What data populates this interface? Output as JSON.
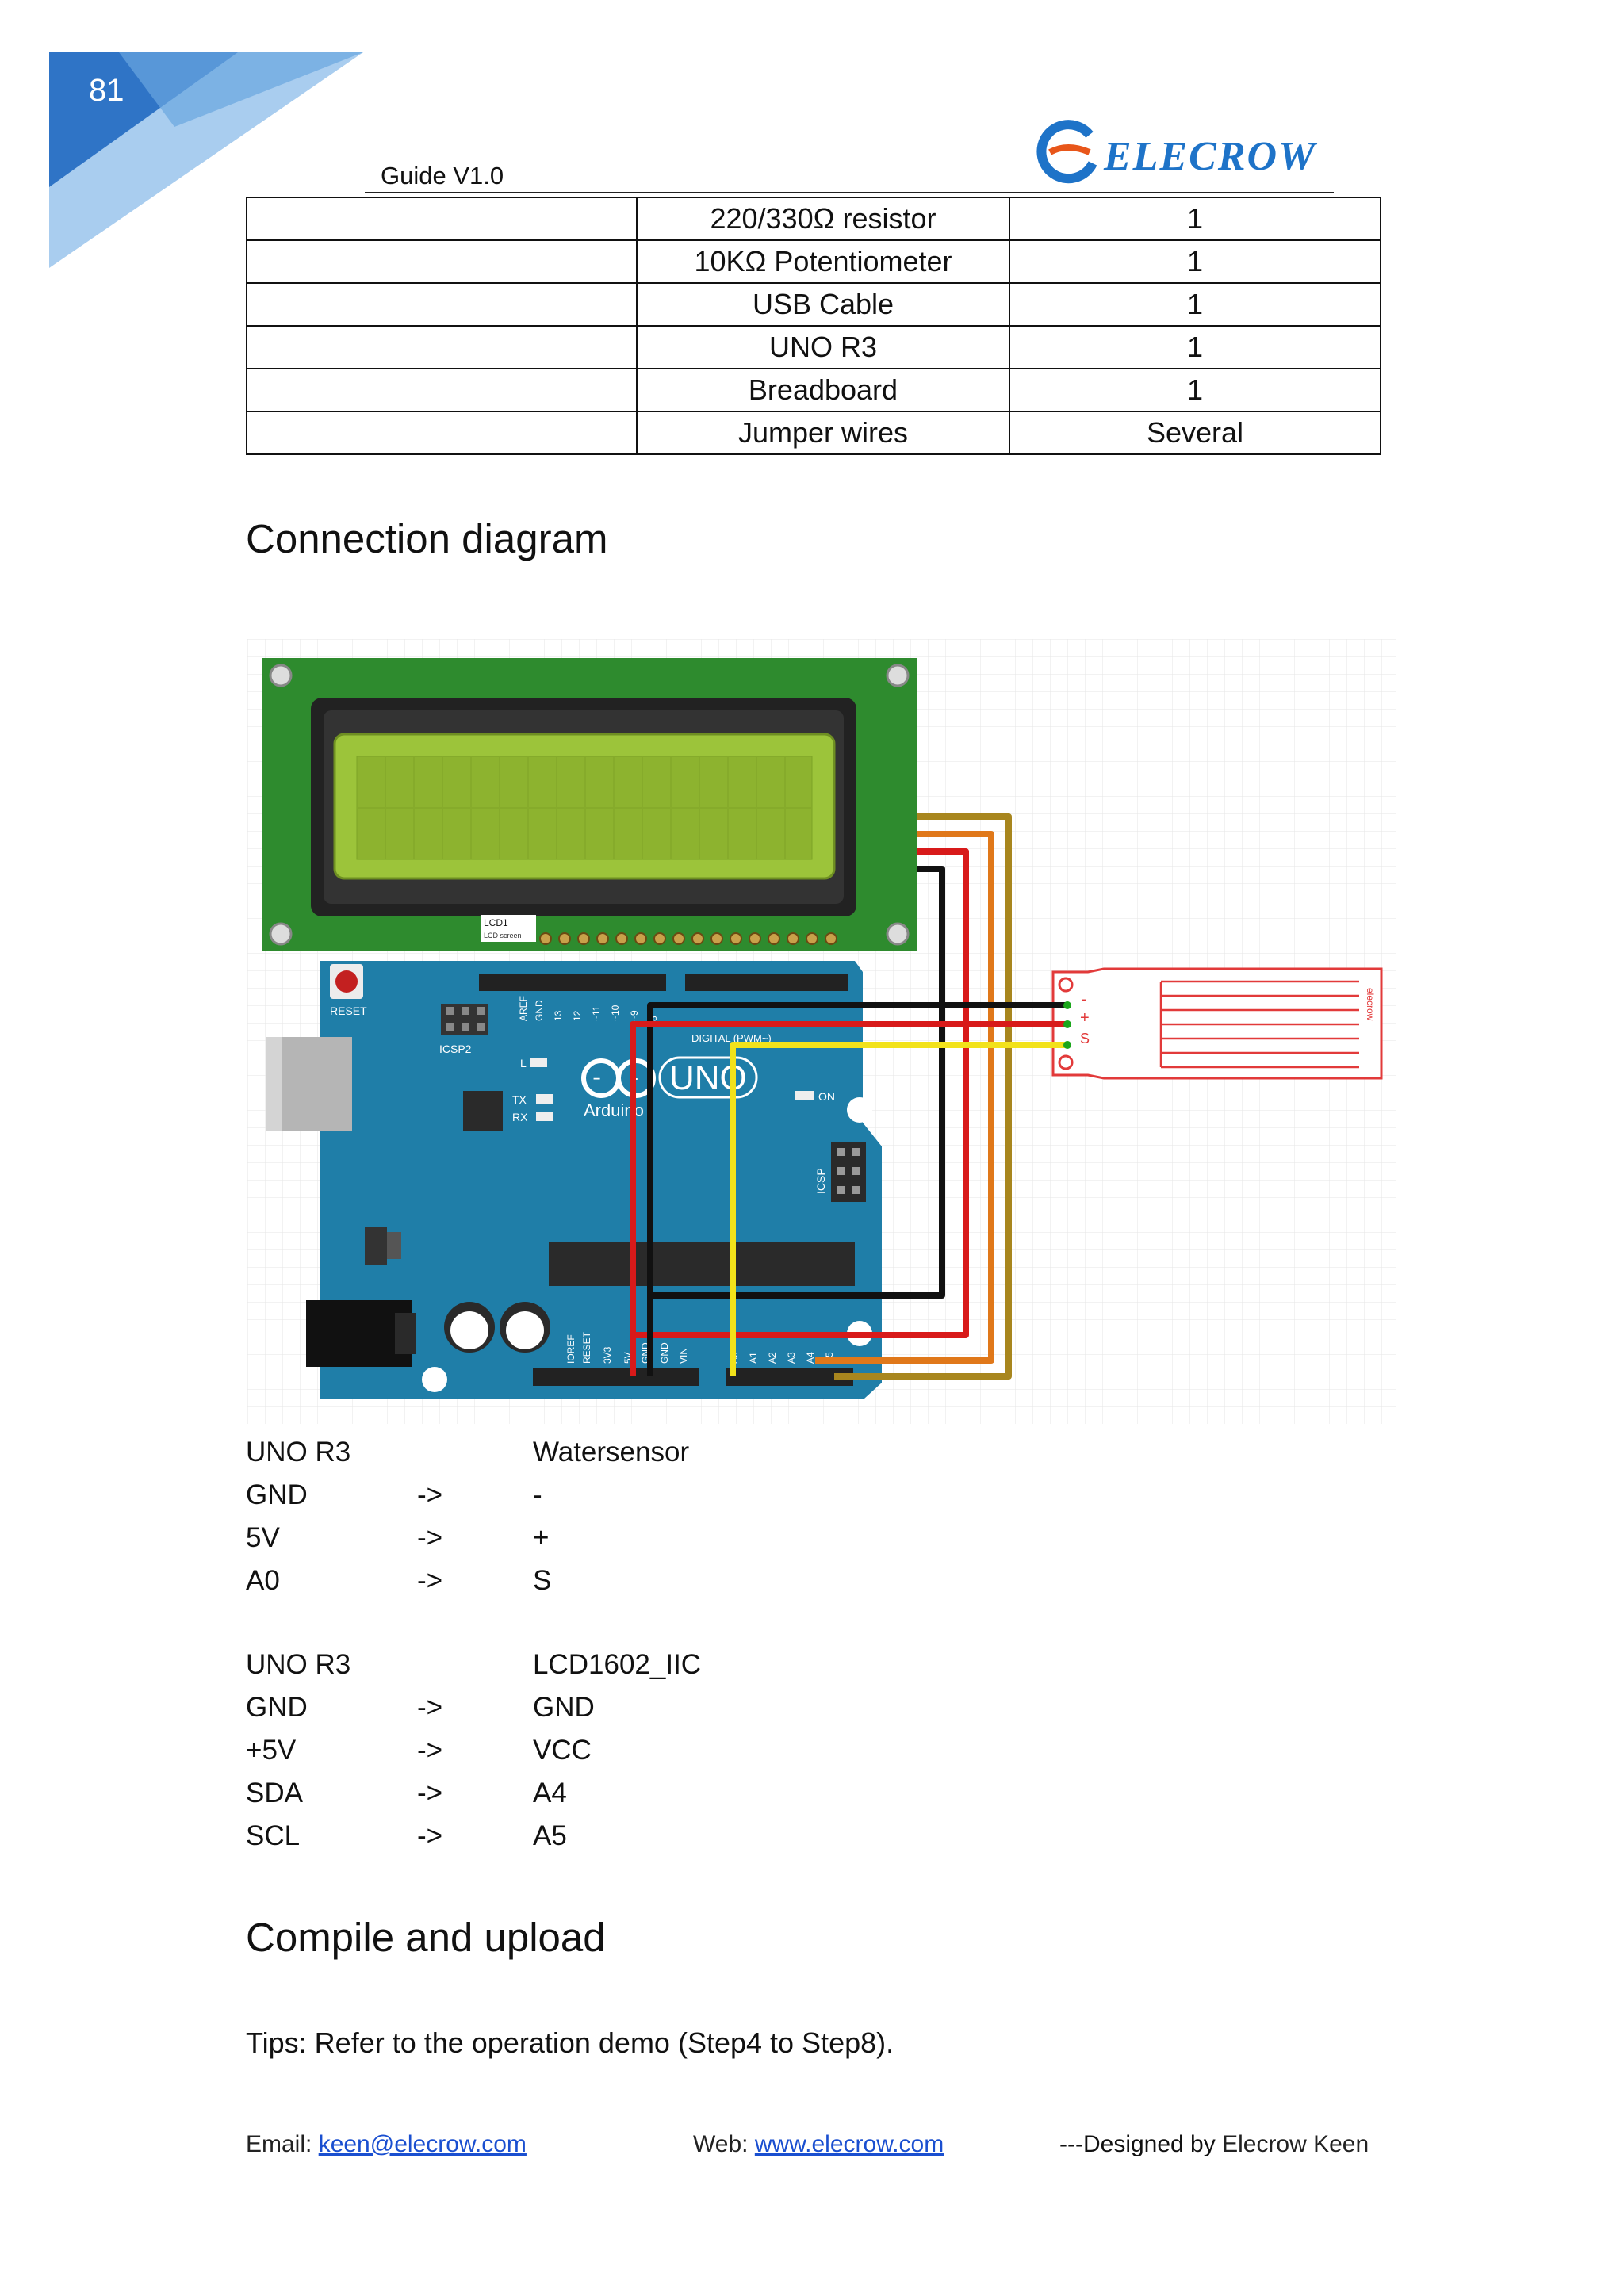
{
  "header": {
    "page_number": "81",
    "guide_label": "Guide  V1.0",
    "logo_text": "ELECROW"
  },
  "parts_table": {
    "rows": [
      {
        "name": "220/330Ω resistor",
        "qty": "1"
      },
      {
        "name": "10KΩ Potentiometer",
        "qty": "1"
      },
      {
        "name": "USB Cable",
        "qty": "1"
      },
      {
        "name": "UNO R3",
        "qty": "1"
      },
      {
        "name": "Breadboard",
        "qty": "1"
      },
      {
        "name": "Jumper wires",
        "qty": "Several"
      }
    ]
  },
  "connection": {
    "heading": "Connection diagram",
    "diagram_labels": {
      "lcd_label": "LCD1",
      "lcd_sub": "LCD screen",
      "reset": "RESET",
      "icsp2": "ICSP2",
      "icsp": "ICSP",
      "l": "L",
      "tx": "TX",
      "rx": "RX",
      "on": "ON",
      "uno": "UNO",
      "arduino": "Arduino",
      "digital": "DIGITAL (PWM~)",
      "sensor_brand": "elecrow",
      "sensor_minus": "-",
      "sensor_plus": "+",
      "sensor_s": "S",
      "power_pins": [
        "IOREF",
        "RESET",
        "3V3",
        "5V",
        "GND",
        "GND",
        "VIN"
      ],
      "analog_pins": [
        "A0",
        "A1",
        "A2",
        "A3",
        "A4",
        "A5"
      ],
      "top_pins": [
        "AREF",
        "GND",
        "13",
        "12",
        "~11",
        "~10",
        "~9",
        "8"
      ]
    },
    "water_sensor_mapping": {
      "header": {
        "from": "UNO R3",
        "to": "Watersensor"
      },
      "rows": [
        {
          "from": "GND",
          "arrow": "->",
          "to": "-"
        },
        {
          "from": "5V",
          "arrow": "->",
          "to": "+"
        },
        {
          "from": "A0",
          "arrow": "->",
          "to": "S"
        }
      ]
    },
    "lcd_mapping": {
      "header": {
        "from": "UNO R3",
        "to": "LCD1602_IIC"
      },
      "rows": [
        {
          "from": "GND",
          "arrow": "->",
          "to": "GND"
        },
        {
          "from": "+5V",
          "arrow": "->",
          "to": "VCC"
        },
        {
          "from": "SDA",
          "arrow": "->",
          "to": "A4"
        },
        {
          "from": "SCL",
          "arrow": "->",
          "to": "A5"
        }
      ]
    }
  },
  "compile": {
    "heading": "Compile and upload",
    "tips": "Tips: Refer to the operation demo (Step4 to Step8)."
  },
  "footer": {
    "email_label": "Email: ",
    "email": "keen@elecrow.com",
    "web_label": "Web: ",
    "web": "www.elecrow.com",
    "designed_prefix": "---Designed by ",
    "designed_name": "Elecrow Keen"
  },
  "colors": {
    "corner_dark": "#2f74c6",
    "corner_light": "#a9cdef",
    "pcb_green": "#2e8b2e",
    "lcd_screen": "#9cc43a",
    "arduino_blue": "#1f7ea8",
    "wire_red": "#d81a1a",
    "wire_black": "#111111",
    "wire_yellow": "#f2e21a",
    "wire_orange": "#e0781a",
    "wire_brown": "#a8861e",
    "sensor_red": "#e23a3a",
    "link_blue": "#1a4fd0"
  }
}
